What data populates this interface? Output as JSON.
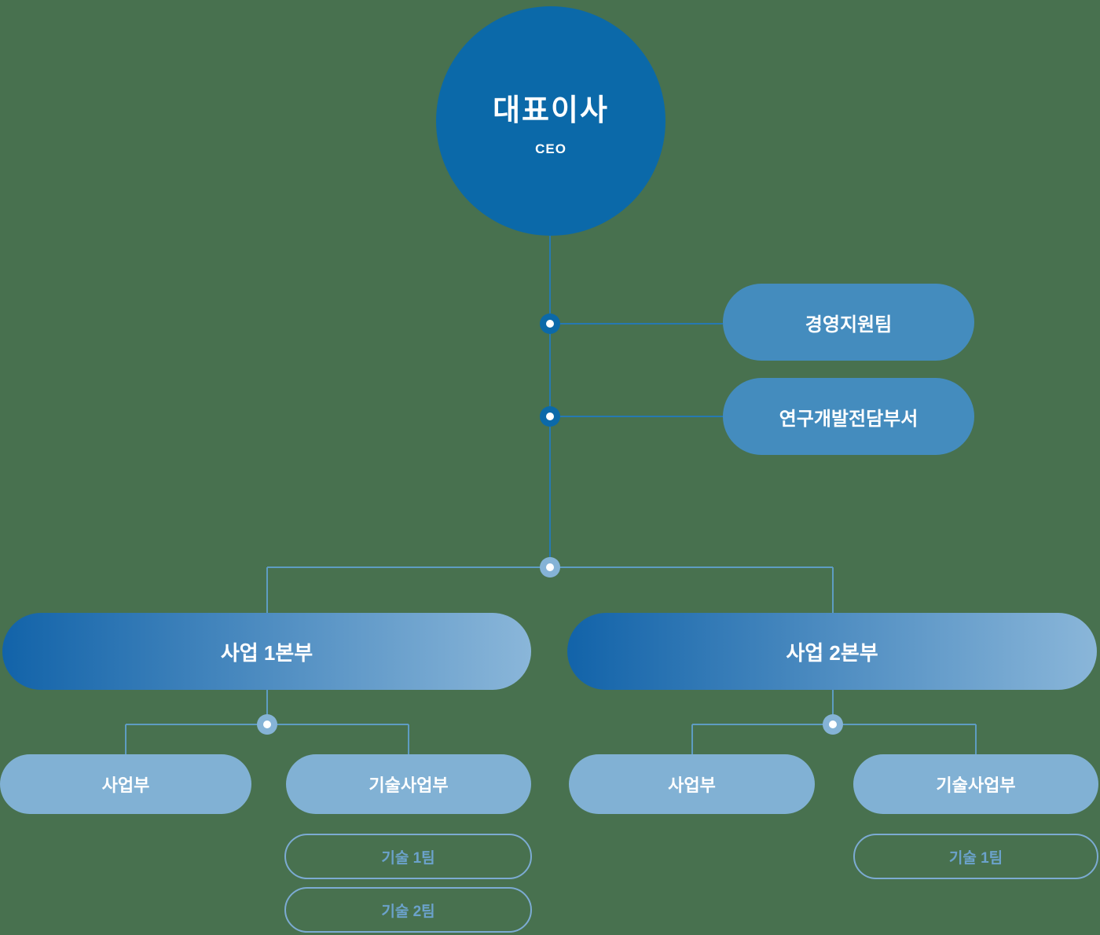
{
  "org": {
    "ceo": {
      "title": "대표이사",
      "subtitle": "CEO"
    },
    "staff": [
      {
        "label": "경영지원팀"
      },
      {
        "label": "연구개발전담부서"
      }
    ],
    "divisions": [
      {
        "label": "사업 1본부",
        "departments": [
          {
            "label": "사업부"
          },
          {
            "label": "기술사업부"
          }
        ],
        "teams": [
          {
            "label": "기술 1팀"
          },
          {
            "label": "기술 2팀"
          }
        ]
      },
      {
        "label": "사업 2본부",
        "departments": [
          {
            "label": "사업부"
          },
          {
            "label": "기술사업부"
          }
        ],
        "teams": [
          {
            "label": "기술 1팀"
          }
        ]
      }
    ]
  },
  "colors": {
    "background": "#48714F",
    "ceo_circle": "#0B69A9",
    "staff_pill": "#448CBE",
    "division_gradient_start": "#1263A9",
    "division_gradient_end": "#8AB6D9",
    "department_pill": "#81B1D4",
    "team_outline_border": "#7CABD2",
    "team_outline_text": "#6BA2CB",
    "connector_dark": "#2679B2",
    "connector_light": "#5E9CC2",
    "node_dot_dark": "#0B69A9",
    "node_dot_light": "#85B3D6",
    "text_on_fill": "#FFFFFF"
  }
}
